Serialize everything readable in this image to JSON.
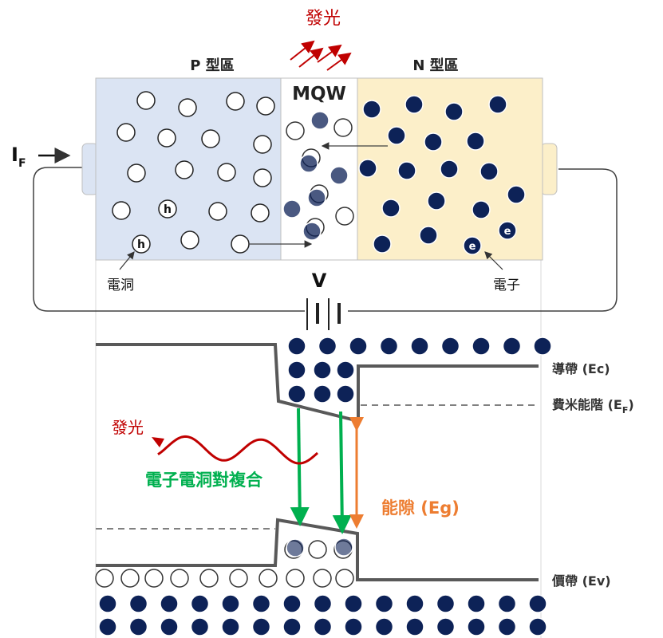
{
  "title": "發光",
  "top": {
    "p_region": "P 型區",
    "n_region": "N 型區",
    "mqw": "MQW",
    "current_main": "I",
    "current_sub": "F",
    "hole_annotation": "電洞",
    "electron_annotation": "電子",
    "voltage": "V",
    "hole_symbol": "h",
    "electron_symbol": "e"
  },
  "band": {
    "conduction": "導帶 (Ec)",
    "fermi_main": "費米能階 (E",
    "fermi_sub": "F",
    "fermi_close": ")",
    "valence": "價帶 (Ev)",
    "emission": "發光",
    "recombination": "電子電洞對複合",
    "bandgap": "能隙 (Eg)"
  },
  "colors": {
    "p_fill": "#dbe4f3",
    "n_fill": "#fcefc9",
    "electron": "#0d2257",
    "emission_red": "#c00000",
    "recomb_green": "#00b04f",
    "gap_orange": "#ed7d31",
    "band_line": "#595959"
  }
}
